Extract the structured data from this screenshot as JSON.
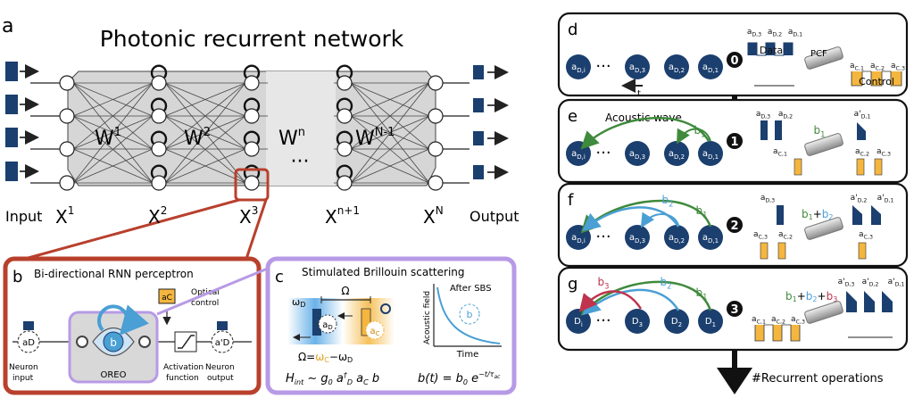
{
  "panel_letters": {
    "a": "a",
    "b": "b",
    "c": "c",
    "d": "d",
    "e": "e",
    "f": "f",
    "g": "g"
  },
  "network": {
    "title": "Photonic recurrent network",
    "input_label": "Input",
    "output_label": "Output",
    "layers": [
      {
        "base": "X",
        "sup": "1"
      },
      {
        "base": "X",
        "sup": "2"
      },
      {
        "base": "X",
        "sup": "3"
      },
      {
        "base": "X",
        "sup": "n+1"
      },
      {
        "base": "X",
        "sup": "N"
      }
    ],
    "weights": [
      {
        "base": "W",
        "sup": "1"
      },
      {
        "base": "W",
        "sup": "2"
      },
      {
        "base": "W",
        "sup": "n"
      },
      {
        "base": "W",
        "sup": "N-1"
      }
    ],
    "ellipsis": "···"
  },
  "perceptron": {
    "title": "Bi-directional RNN perceptron",
    "optical_control": [
      "Optical",
      "control"
    ],
    "control_symbol": "aC",
    "input_symbol": "aD",
    "phonon_symbol": "b",
    "output_symbol": "a'D",
    "neuron_input": [
      "Neuron",
      "input"
    ],
    "oreo": "OREO",
    "activation": [
      "Activation",
      "function"
    ],
    "neuron_output": [
      "Neuron",
      "output"
    ]
  },
  "sbs": {
    "title": "Stimulated Brillouin scattering",
    "omega_cap": "Ω",
    "omega_d": "ωD",
    "omega_eq": "Ω=ωC−ωD",
    "h_int": "Hint ∼ g0 a†D aC b",
    "after": "After SBS",
    "y_axis": "Acoustic field",
    "x_axis": "Time",
    "decay": "b(t) = b0 e−t/τac"
  },
  "timeline": {
    "steps": [
      "0",
      "1",
      "2",
      "3"
    ],
    "axis_label": "#Recurrent operations",
    "pcf": "PCF",
    "data": "Data",
    "control": "Control",
    "t": "t",
    "acoustic_wave": "Acoustic wave",
    "d_neurons": [
      "aD,i",
      "···",
      "aD,3",
      "aD,2",
      "aD,1"
    ],
    "e_neurons": [
      "aD,i",
      "···",
      "aD,3",
      "aD,2",
      "aD,1"
    ],
    "f_neurons": [
      "aD,i",
      "···",
      "aD,3",
      "aD,2",
      "aD,1"
    ],
    "g_neurons": [
      "Di",
      "···",
      "D3",
      "D2",
      "D1"
    ],
    "d_pulses": [
      "aD,3",
      "aD,2",
      "aD,1"
    ],
    "d_ctrl": [
      "aC,1",
      "aC,2",
      "aC,3"
    ],
    "e_top": [
      "aD,3",
      "aD,2",
      "a'D,1"
    ],
    "e_bot": [
      "aC,1",
      "aC,2",
      "aC,3"
    ],
    "f_top": [
      "aD,3",
      "a'D,2",
      "a'D,1"
    ],
    "f_bot": [
      "aC,3",
      "aC,2",
      "aC,3"
    ],
    "g_top": [
      "a'D,3",
      "a'D,2",
      "a'D,1"
    ],
    "g_bot": [
      "aC,1",
      "aC,2",
      "aC,3"
    ],
    "b1": "b1",
    "b2": "b2",
    "b3": "b3",
    "b1b2": "b1+b2",
    "b1b2b3": "b1+b2+b3"
  },
  "colors": {
    "blue": "#1b3f6e",
    "green": "#3f8a3c",
    "lightblue": "#4a9fd4",
    "red": "#c0334d",
    "gold": "#f4b63f",
    "purple": "#b79ae6",
    "brick": "#b8402d"
  }
}
